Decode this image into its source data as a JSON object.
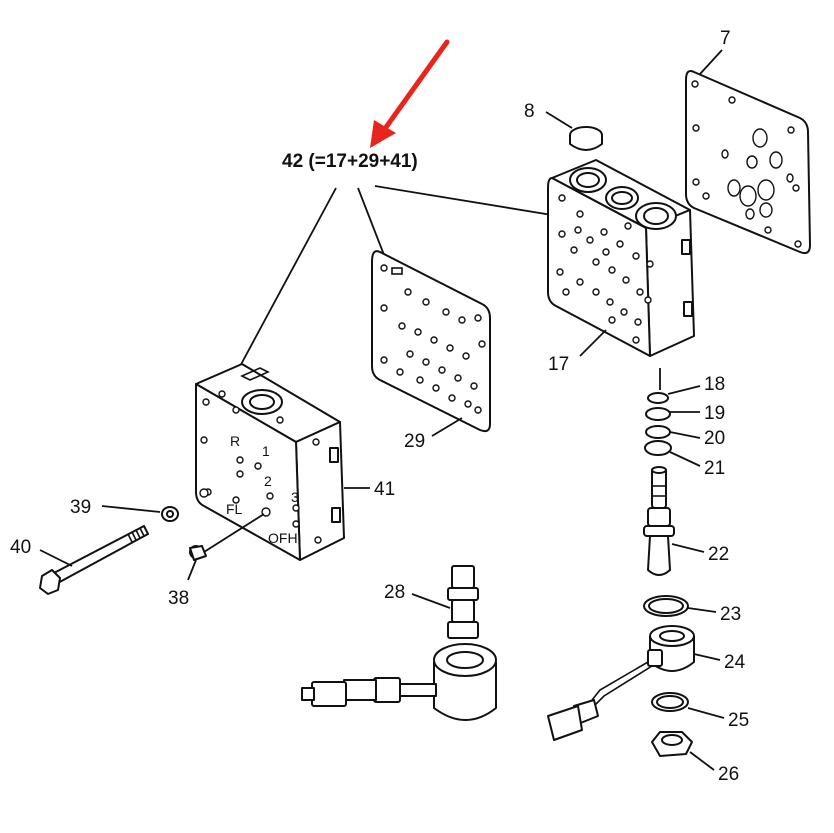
{
  "assembly_label": "42 (=17+29+41)",
  "accent_color": "#e8241c",
  "callouts": {
    "c7": "7",
    "c8": "8",
    "c17": "17",
    "c18": "18",
    "c19": "19",
    "c20": "20",
    "c21": "21",
    "c22": "22",
    "c23": "23",
    "c24": "24",
    "c25": "25",
    "c26": "26",
    "c28": "28",
    "c29": "29",
    "c38": "38",
    "c39": "39",
    "c40": "40",
    "c41": "41"
  },
  "valve_marks": {
    "r": "R",
    "one": "1",
    "two": "2",
    "three": "3",
    "fl": "FL",
    "ofh": "OFH"
  }
}
